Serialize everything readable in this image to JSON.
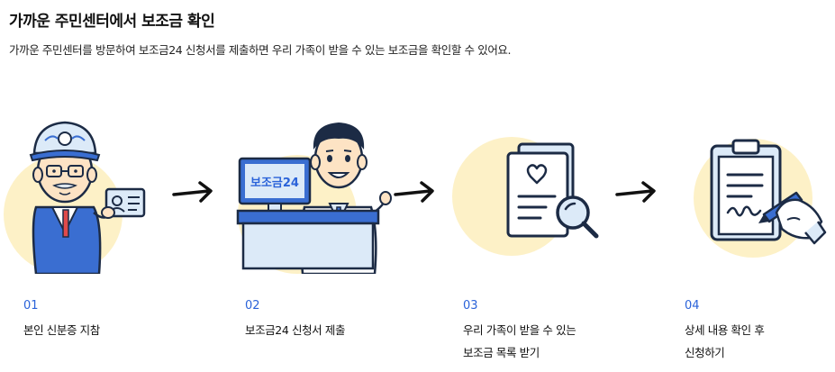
{
  "header": {
    "title": "가까운 주민센터에서 보조금 확인",
    "description": "가까운 주민센터를 방문하여 보조금24 신청서를 제출하면 우리 가족이 받을 수 있는 보조금을 확인할 수 있어요."
  },
  "colors": {
    "accent_blue": "#2b63d9",
    "circle_yellow": "#fdf1c7",
    "outline": "#1c2b45",
    "screen_blue": "#3a6ed1",
    "light_blue": "#dceaf8"
  },
  "steps": [
    {
      "number": "01",
      "lines": [
        "본인 신분증 지참"
      ],
      "illustration": "elderly-man-with-id-card"
    },
    {
      "number": "02",
      "lines": [
        "보조금24 신청서 제출"
      ],
      "illustration": "clerk-at-desk",
      "screen_text": "보조금24"
    },
    {
      "number": "03",
      "lines": [
        "우리 가족이 받을 수 있는",
        "보조금 목록 받기"
      ],
      "illustration": "document-magnifier-icon"
    },
    {
      "number": "04",
      "lines": [
        "상세 내용 확인 후",
        "신청하기"
      ],
      "illustration": "clipboard-signing-icon"
    }
  ],
  "arrows": [
    "right-arrow-icon",
    "right-arrow-icon",
    "right-arrow-icon"
  ]
}
